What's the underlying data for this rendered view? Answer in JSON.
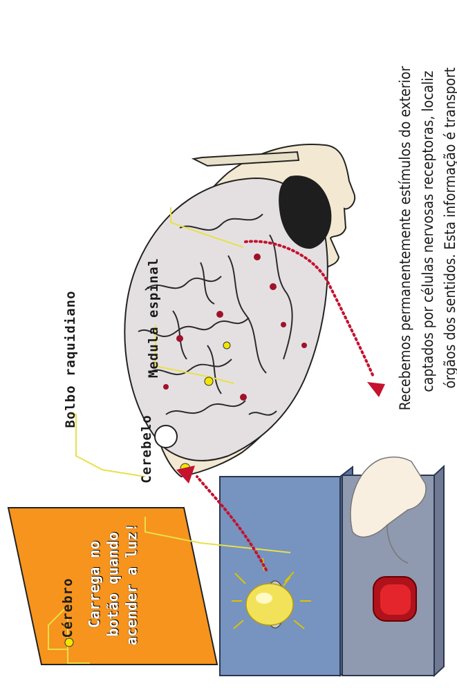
{
  "labels": {
    "brain": "Cérebro",
    "medulla_oblongata": "Bolbo raquidiano",
    "cerebellum": "Cerebelo",
    "spinal_cord": "Medula espinal"
  },
  "sign": {
    "line1": "Carrega no",
    "line2": "botão quando",
    "line3": "acender a luz!"
  },
  "caption": {
    "line1": "Recebemos permanentemente estímulos do exterior",
    "line2": "captados por células nervosas receptoras, localiz",
    "line3": "órgãos dos sentidos. Esta informação é transport"
  },
  "colors": {
    "sign_bg": "#f7941d",
    "panel_blue": "#6f8eb8",
    "arrow_red": "#c4122f",
    "label_line": "#e8e04a",
    "button_red": "#e4262c"
  }
}
